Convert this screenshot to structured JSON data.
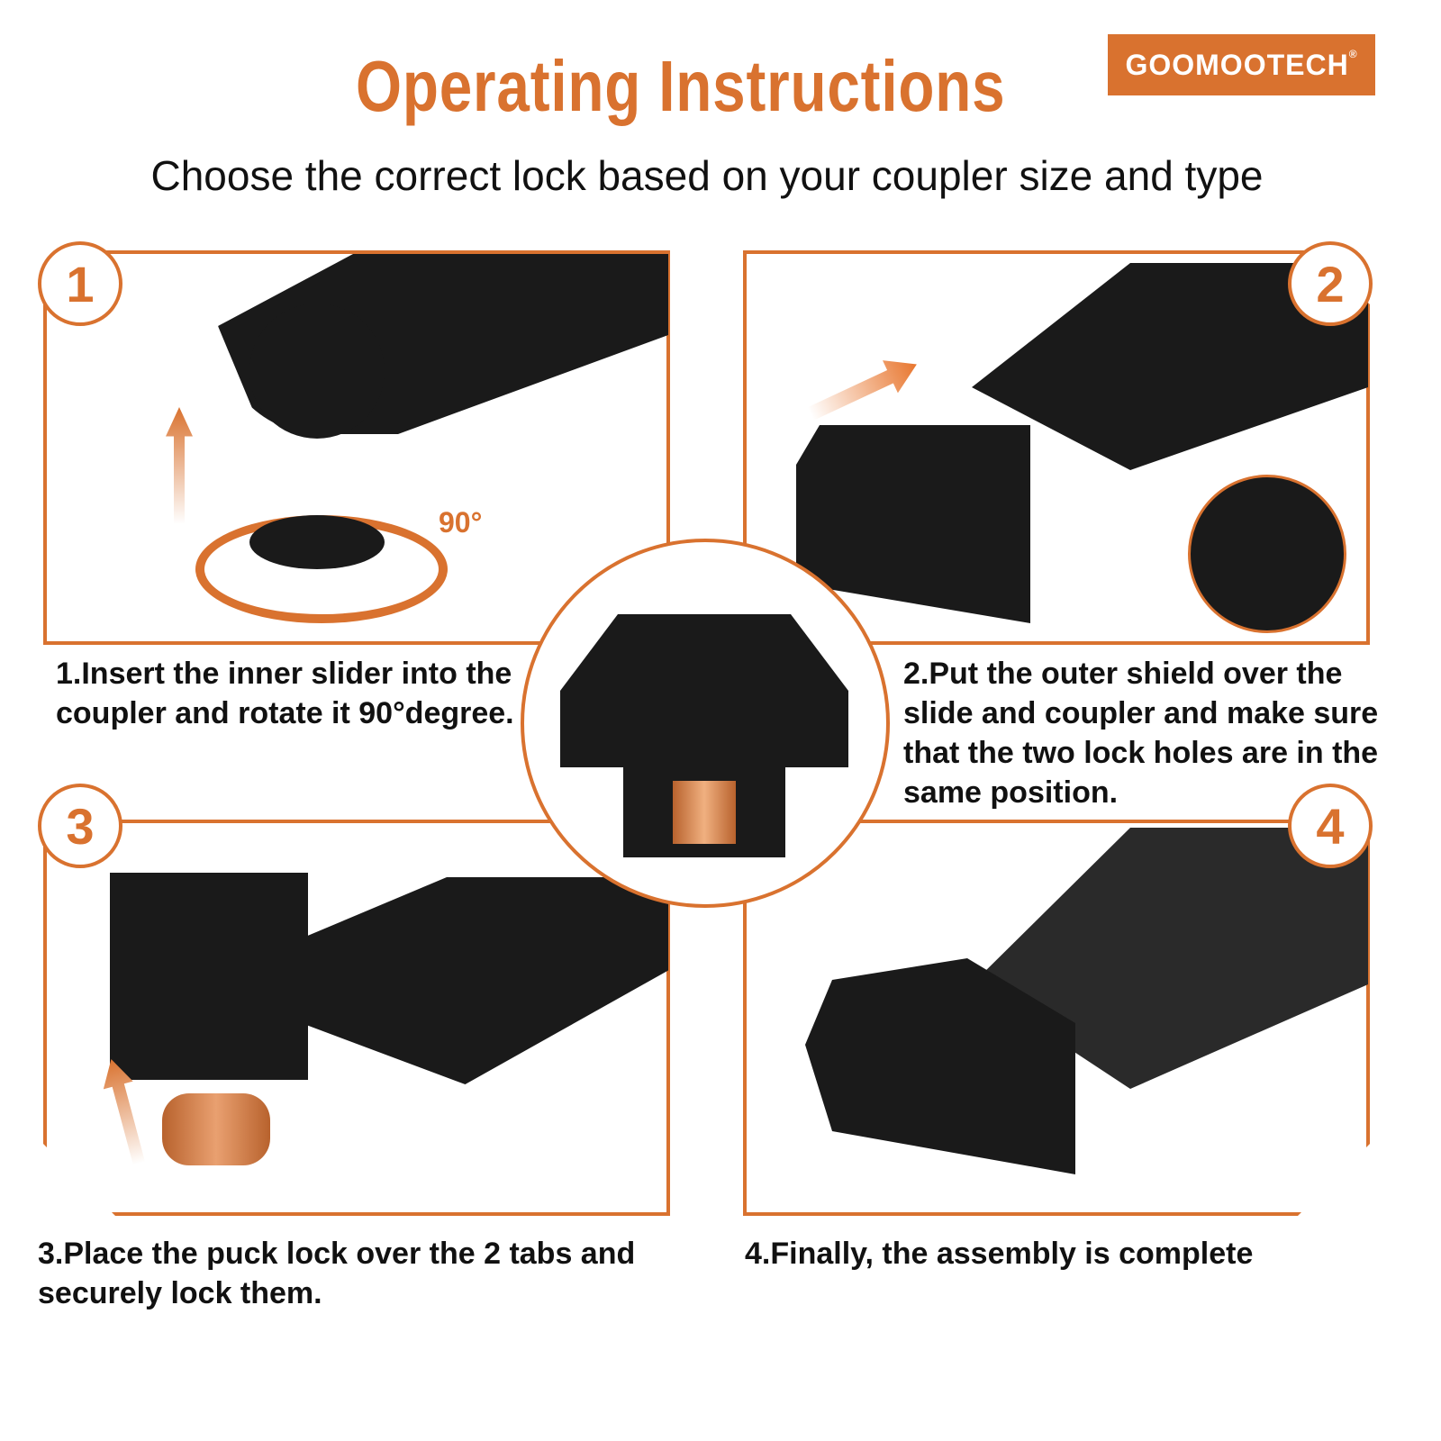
{
  "header": {
    "title": "Operating Instructions",
    "logo": "GOOMOOTECH",
    "subtitle": "Choose the correct lock based on your coupler size and type"
  },
  "steps": [
    {
      "number": "1",
      "caption": "1.Insert the inner slider into the coupler and rotate it 90°degree.",
      "angle_label": "90°"
    },
    {
      "number": "2",
      "caption": "2.Put the outer shield over the slide and coupler and make sure that the two lock holes are in the same position."
    },
    {
      "number": "3",
      "caption": "3.Place the puck lock over the 2 tabs and securely lock them."
    },
    {
      "number": "4",
      "caption": "4.Finally, the assembly is complete"
    }
  ],
  "colors": {
    "accent": "#d9722f"
  }
}
